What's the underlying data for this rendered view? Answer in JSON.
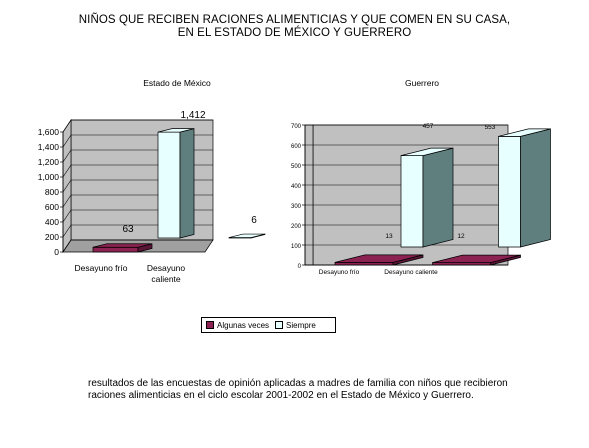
{
  "title": {
    "line1": "NIÑOS QUE RECIBEN RACIONES ALIMENTICIAS Y QUE COMEN EN SU CASA,",
    "line2": "EN EL ESTADO DE MÉXICO Y GUERRERO"
  },
  "caption": "resultados de las encuestas de opinión aplicadas a madres de familia con niños que recibieron raciones alimenticias en el ciclo escolar 2001-2002 en el Estado de México y Guerrero.",
  "legend": {
    "series1": "Algunas veces",
    "series2": "Siempre"
  },
  "colors": {
    "algunas_veces": "#8b2252",
    "siempre_front": "#e8ffff",
    "siempre_side": "#5f7f7f",
    "wall": "#c0c0c0",
    "floor": "#a0a0a0"
  },
  "chart_data": [
    {
      "type": "bar",
      "title": "Estado de México",
      "categories": [
        "Desayuno frío",
        "Desayuno caliente"
      ],
      "category_lines": [
        [
          "Desayuno frío"
        ],
        [
          "Desayuno",
          "caliente"
        ]
      ],
      "series": [
        {
          "name": "Algunas veces",
          "values": [
            63,
            null
          ]
        },
        {
          "name": "Siempre",
          "values": [
            1412,
            6
          ]
        }
      ],
      "data_labels": [
        "63",
        "1,412",
        "6"
      ],
      "ylim": [
        0,
        1600
      ],
      "yticks": [
        "0",
        "200",
        "400",
        "600",
        "800",
        "1,000",
        "1,200",
        "1,400",
        "1,600"
      ],
      "style": "3d"
    },
    {
      "type": "bar",
      "title": "Guerrero",
      "categories": [
        "Desayuno frío",
        "Desayuno caliente"
      ],
      "series": [
        {
          "name": "Algunas veces",
          "values": [
            13,
            12
          ]
        },
        {
          "name": "Siempre",
          "values": [
            457,
            553
          ]
        }
      ],
      "data_labels": [
        "13",
        "457",
        "12",
        "553"
      ],
      "ylim": [
        0,
        700
      ],
      "yticks": [
        "0",
        "100",
        "200",
        "300",
        "400",
        "500",
        "600",
        "700"
      ],
      "style": "3d"
    }
  ]
}
